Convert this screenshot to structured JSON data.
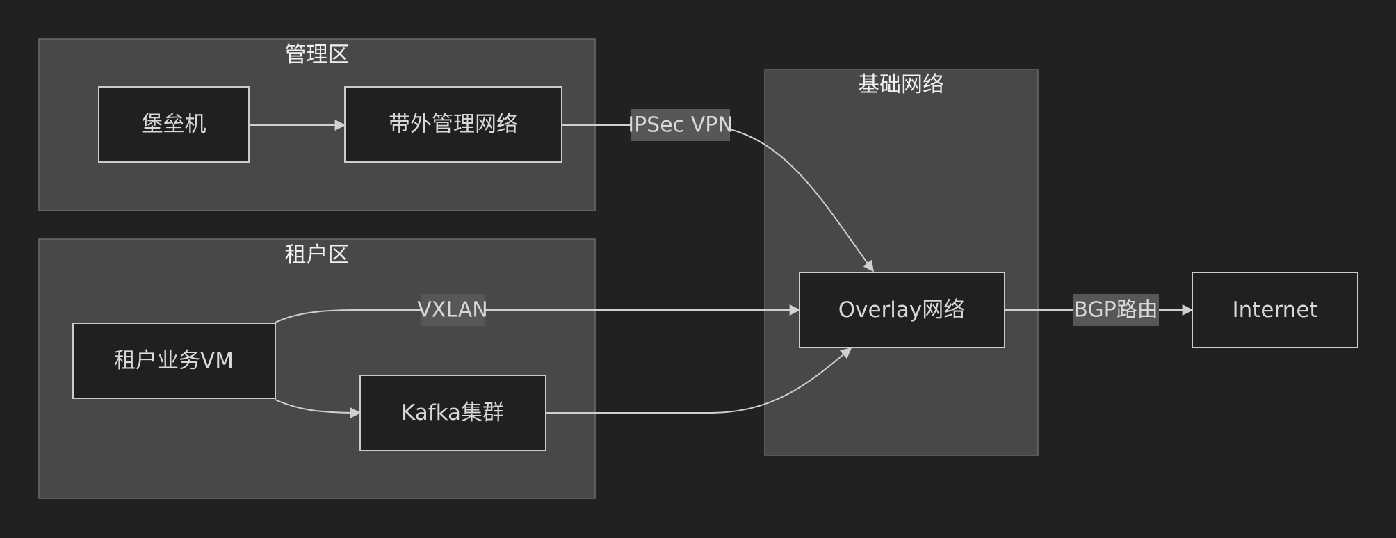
{
  "clusters": {
    "mgmt_zone": {
      "title": "管理区"
    },
    "tenant_zone": {
      "title": "租户区"
    },
    "base_network": {
      "title": "基础网络"
    }
  },
  "nodes": {
    "bastion": {
      "label": "堡垒机"
    },
    "oob_network": {
      "label": "带外管理网络"
    },
    "tenant_vm": {
      "label": "租户业务VM"
    },
    "kafka": {
      "label": "Kafka集群"
    },
    "overlay": {
      "label": "Overlay网络"
    },
    "internet": {
      "label": "Internet"
    }
  },
  "edges": {
    "bastion_to_oob": {
      "from": "堡垒机",
      "to": "带外管理网络",
      "label": ""
    },
    "oob_to_overlay": {
      "from": "带外管理网络",
      "to": "Overlay网络",
      "label": "IPSec VPN"
    },
    "vm_to_overlay": {
      "from": "租户业务VM",
      "to": "Overlay网络",
      "label": "VXLAN"
    },
    "vm_to_kafka": {
      "from": "租户业务VM",
      "to": "Kafka集群",
      "label": ""
    },
    "kafka_to_overlay": {
      "from": "Kafka集群",
      "to": "Overlay网络",
      "label": ""
    },
    "overlay_to_internet": {
      "from": "Overlay网络",
      "to": "Internet",
      "label": "BGP路由"
    }
  },
  "colors": {
    "background": "#212121",
    "cluster_fill": "#474847",
    "node_fill": "#1f2020",
    "edge": "#d0d0d0",
    "edge_label_bg": "#575757"
  }
}
